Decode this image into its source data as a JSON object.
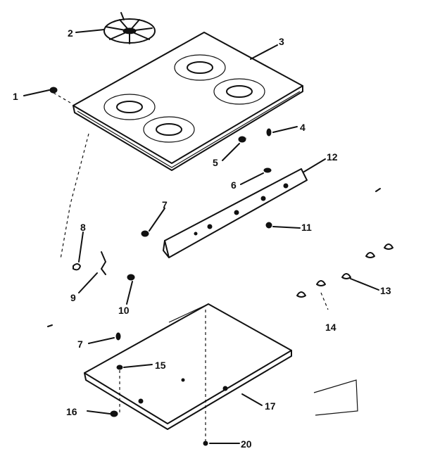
{
  "diagram": {
    "callouts": [
      "1",
      "2",
      "3",
      "4",
      "5",
      "6",
      "7",
      "8",
      "9",
      "10",
      "11",
      "12",
      "13",
      "14",
      "15",
      "16",
      "17",
      "20"
    ],
    "second_seven": "7"
  }
}
